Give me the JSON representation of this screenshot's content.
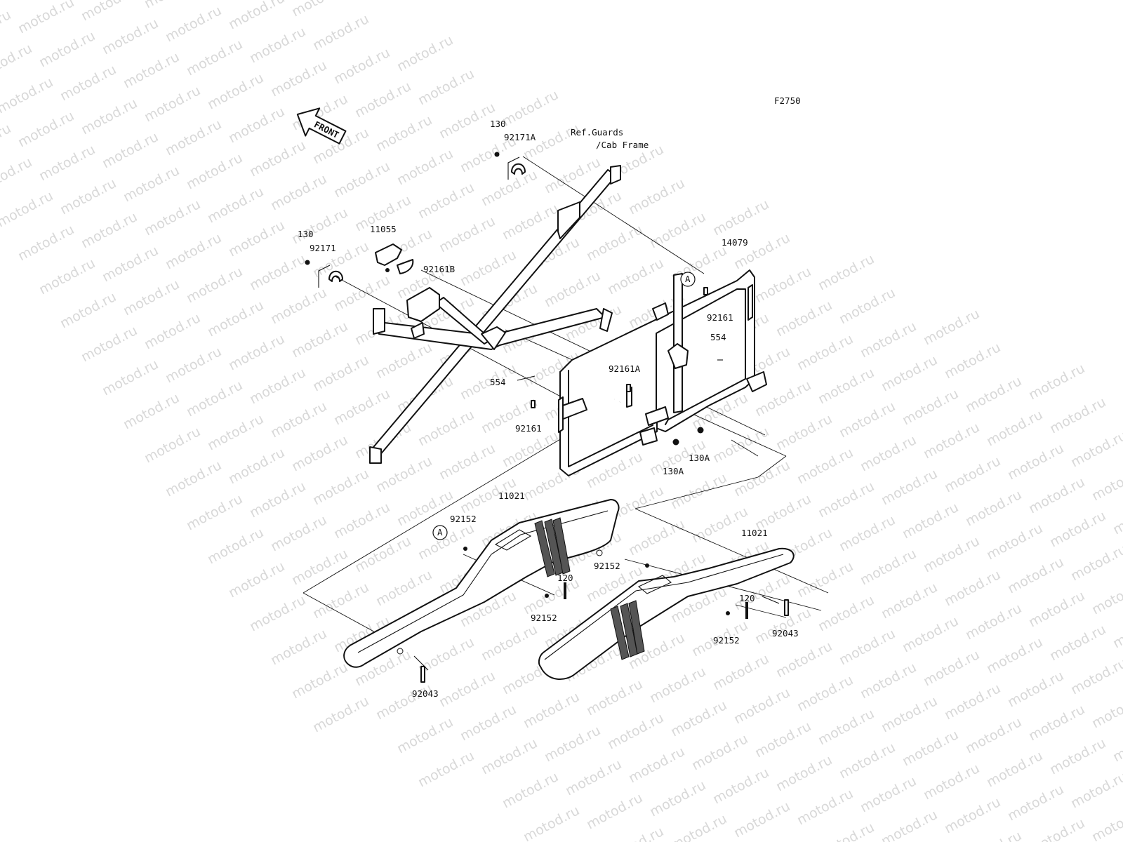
{
  "watermark": "motod.ru",
  "figure_code": "F2750",
  "front_arrow": "FRONT",
  "ref_note": {
    "line1": "Ref.Guards",
    "line2": "/Cab Frame"
  },
  "callout_A": "A",
  "labels": {
    "p130_top": "130",
    "p92171A": "92171A",
    "p130_left": "130",
    "p92171": "92171",
    "p11055": "11055",
    "p92161B": "92161B",
    "p14079": "14079",
    "p92161_r": "92161",
    "p554_r": "554",
    "p92161A": "92161A",
    "p554_l": "554",
    "p92161_l": "92161",
    "p130A_r": "130A",
    "p130A_l": "130A",
    "p11021_l": "11021",
    "p92152_l1": "92152",
    "p120_l": "120",
    "p92152_l2": "92152",
    "p92043_l": "92043",
    "p11021_r": "11021",
    "p92152_r1": "92152",
    "p120_r": "120",
    "p92152_r2": "92152",
    "p92043_r": "92043"
  }
}
